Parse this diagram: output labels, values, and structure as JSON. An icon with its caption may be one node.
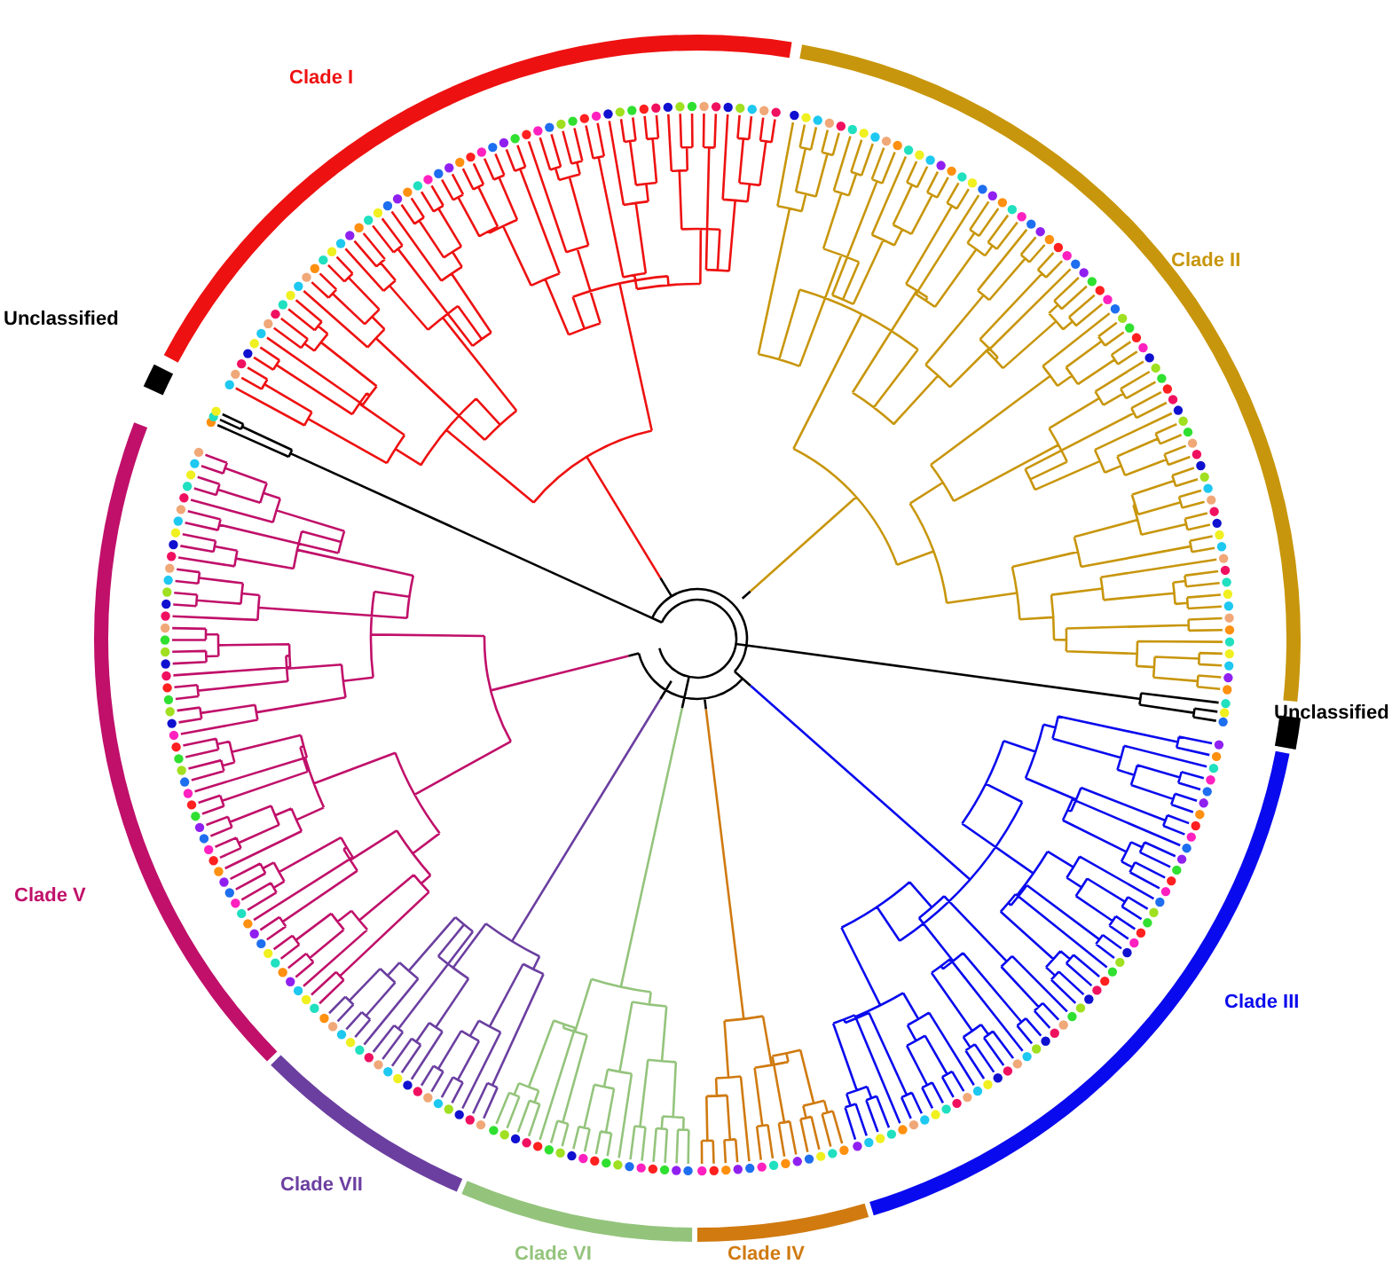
{
  "diagram": {
    "nodes": [
      {
        "text": [
          "Clade I"
        ]
      },
      {
        "text": [
          "Clade II"
        ]
      },
      {
        "text": [
          "Unclassified"
        ]
      },
      {
        "text": [
          "Clade III"
        ]
      },
      {
        "text": [
          "Clade IV"
        ]
      },
      {
        "text": [
          "Clade VI"
        ]
      },
      {
        "text": [
          "Clade VII"
        ]
      },
      {
        "text": [
          "Clade V"
        ]
      },
      {
        "text": [
          "Unclassified"
        ]
      }
    ]
  }
}
